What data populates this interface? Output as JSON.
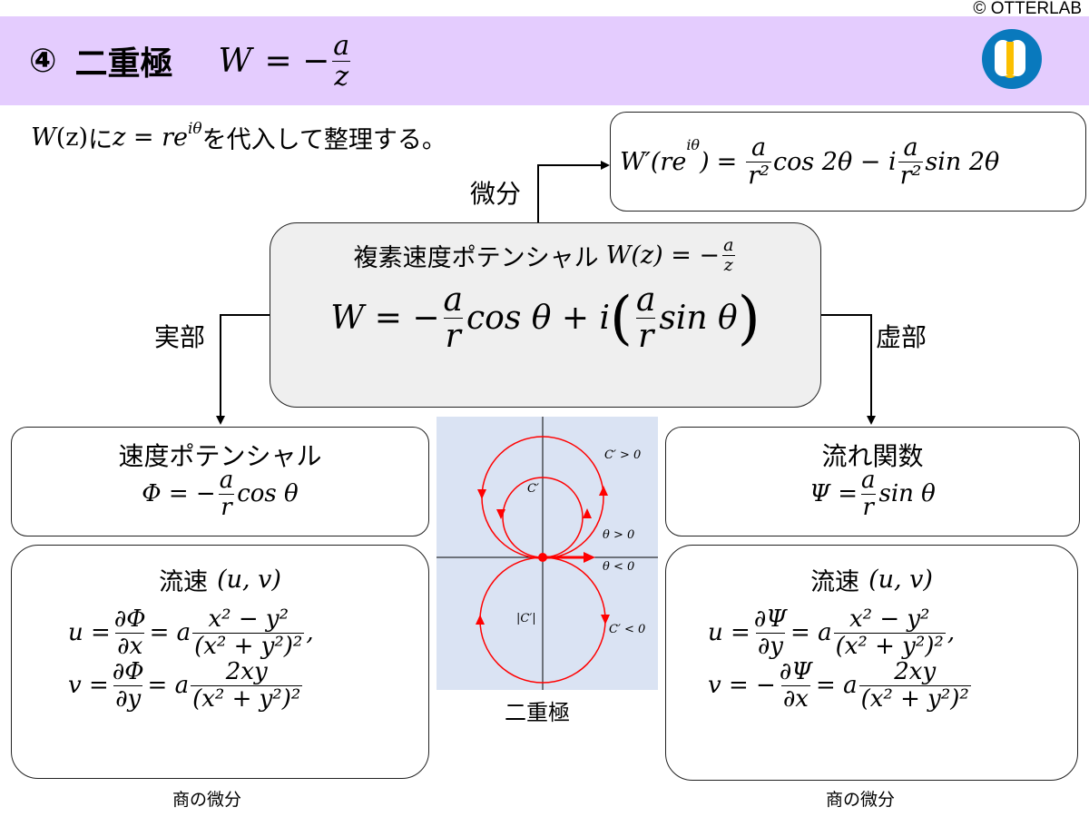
{
  "copyright": "© OTTERLAB",
  "header": {
    "number": "④",
    "title": "二重極",
    "formula": {
      "lhs": "W",
      "eq": "= −",
      "num": "a",
      "den": "z"
    }
  },
  "intro": {
    "p1": "W",
    "p2": "(z)",
    "p3": " に ",
    "p4": "z = re",
    "p5": "iθ",
    "p6": " を代入して整理する。"
  },
  "derivative": {
    "label": "微分",
    "lhs": "W′",
    "arg": "(re",
    "argsup": "iθ",
    "argend": ")",
    "eq": "=",
    "n1": "a",
    "d1": "r²",
    "t1": "cos 2θ − i",
    "n2": "a",
    "d2": "r²",
    "t2": "sin 2θ"
  },
  "center": {
    "label": "複素速度ポテンシャル",
    "f1": "W(z) = −",
    "n1": "a",
    "d1": "z",
    "l2a": "W = −",
    "n2": "a",
    "d2": "r",
    "l2b": "cos θ + i",
    "lp": "(",
    "n3": "a",
    "d3": "r",
    "l2c": "sin θ",
    "rp": ")"
  },
  "real_label": "実部",
  "imag_label": "虚部",
  "potential": {
    "title": "速度ポテンシャル",
    "lhs": "Φ = −",
    "n": "a",
    "d": "r",
    "rhs": "cos θ"
  },
  "stream": {
    "title": "流れ関数",
    "lhs": "Ψ =",
    "n": "a",
    "d": "r",
    "rhs": "sin θ"
  },
  "velocity_left": {
    "title": "流速",
    "vars": "(u, v)",
    "u_lhs": "u =",
    "u_n1": "∂Φ",
    "u_d1": "∂x",
    "u_mid": "= a",
    "u_n2": "x² − y²",
    "u_d2": "(x² + y²)²",
    "u_end": ",",
    "v_lhs": "v =",
    "v_n1": "∂Φ",
    "v_d1": "∂y",
    "v_mid": "= a",
    "v_n2": "2xy",
    "v_d2": "(x² + y²)²"
  },
  "velocity_right": {
    "title": "流速",
    "vars": "(u, v)",
    "u_lhs": "u =",
    "u_n1": "∂Ψ",
    "u_d1": "∂y",
    "u_mid": "= a",
    "u_n2": "x² − y²",
    "u_d2": "(x² + y²)²",
    "u_end": ",",
    "v_lhs": "v = −",
    "v_n1": "∂Ψ",
    "v_d1": "∂x",
    "v_mid": "= a",
    "v_n2": "2xy",
    "v_d2": "(x² + y²)²"
  },
  "diagram": {
    "caption": "二重極",
    "labels": {
      "cpos": "C′ > 0",
      "c": "C′",
      "tpos": "θ > 0",
      "tneg": "θ < 0",
      "cabs": "|C′|",
      "cneg": "C′ < 0"
    }
  },
  "note_left": "商の微分",
  "note_right": "商の微分",
  "colors": {
    "header": "#e4ccfe",
    "center_fill": "#efefef",
    "diagram_bg": "#dae3f3",
    "curve": "#ff0000",
    "logo_blue": "#0979bd",
    "logo_yellow": "#fbbf00"
  }
}
